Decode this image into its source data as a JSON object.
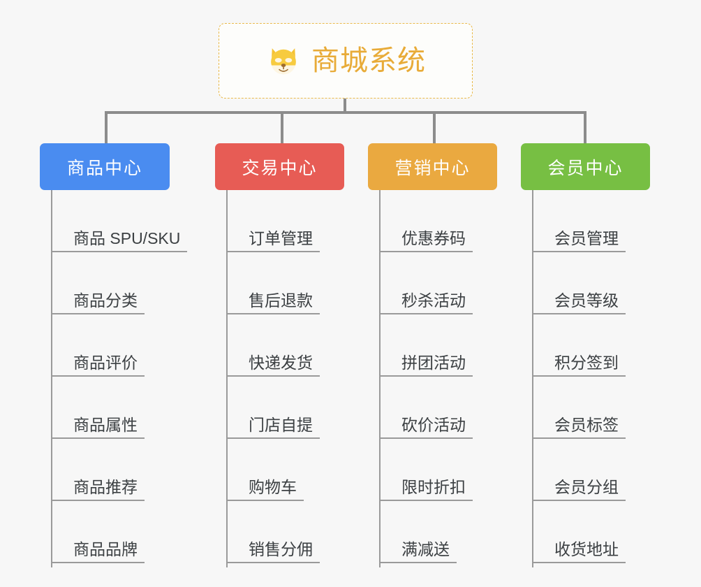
{
  "page": {
    "background_color": "#f7f7f7",
    "diagram_type": "mind-map"
  },
  "root": {
    "title": "商城系统",
    "icon": "dog-face-icon",
    "icon_glyph": "🐶",
    "text_color": "#e8ab38",
    "border_color": "#e9b949",
    "border_style": "dashed"
  },
  "connector": {
    "color": "#8c8c8c"
  },
  "categories": [
    {
      "label": "商品中心",
      "color": "#4a8cf0",
      "items": [
        "商品 SPU/SKU",
        "商品分类",
        "商品评价",
        "商品属性",
        "商品推荐",
        "商品品牌"
      ]
    },
    {
      "label": "交易中心",
      "color": "#e75c55",
      "items": [
        "订单管理",
        "售后退款",
        "快递发货",
        "门店自提",
        "购物车",
        "销售分佣"
      ]
    },
    {
      "label": "营销中心",
      "color": "#eaa940",
      "items": [
        "优惠券码",
        "秒杀活动",
        "拼团活动",
        "砍价活动",
        "限时折扣",
        "满减送"
      ]
    },
    {
      "label": "会员中心",
      "color": "#77bf43",
      "items": [
        "会员管理",
        "会员等级",
        "积分签到",
        "会员标签",
        "会员分组",
        "收货地址"
      ]
    }
  ]
}
